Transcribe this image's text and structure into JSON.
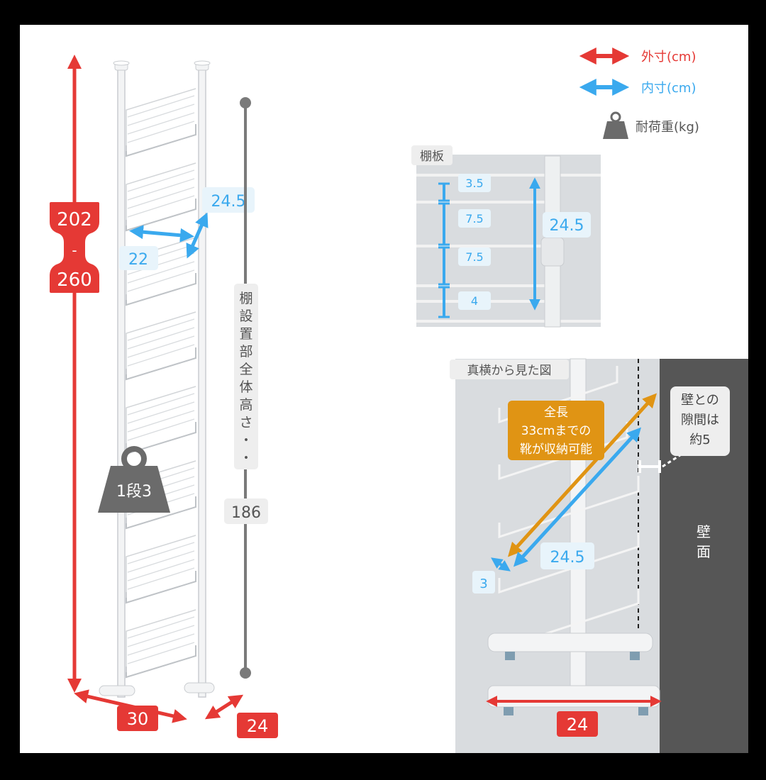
{
  "legend": {
    "outer_label": "外寸(cm)",
    "inner_label": "内寸(cm)",
    "load_label": "耐荷重(kg)",
    "colors": {
      "outer": "#e53935",
      "inner": "#3aa9ee",
      "load": "#6b6b6b",
      "orange": "#e09414"
    }
  },
  "main_figure": {
    "height_min": "202",
    "height_sep": "-",
    "height_max": "260",
    "shelf_depth_inner": "22",
    "shelf_height_inner": "24.5",
    "load_per_shelf": "1段3",
    "total_height_label_chars": [
      "棚",
      "設",
      "置",
      "部",
      "全",
      "体",
      "高",
      "さ",
      "・",
      "・"
    ],
    "total_height_value": "186",
    "base_width": "30",
    "base_depth": "24"
  },
  "shelf_detail": {
    "title": "棚板",
    "gaps": [
      "3.5",
      "7.5",
      "7.5",
      "4"
    ],
    "total": "24.5"
  },
  "side_view": {
    "title": "真横から見た図",
    "shoe_note": [
      "全長",
      "33cmまでの",
      "靴が収納可能"
    ],
    "wall_gap_note": [
      "壁との",
      "隙間は",
      "約5"
    ],
    "wall_label_chars": [
      "壁",
      "面"
    ],
    "depth_inner": "24.5",
    "lip": "3",
    "base_depth": "24"
  }
}
